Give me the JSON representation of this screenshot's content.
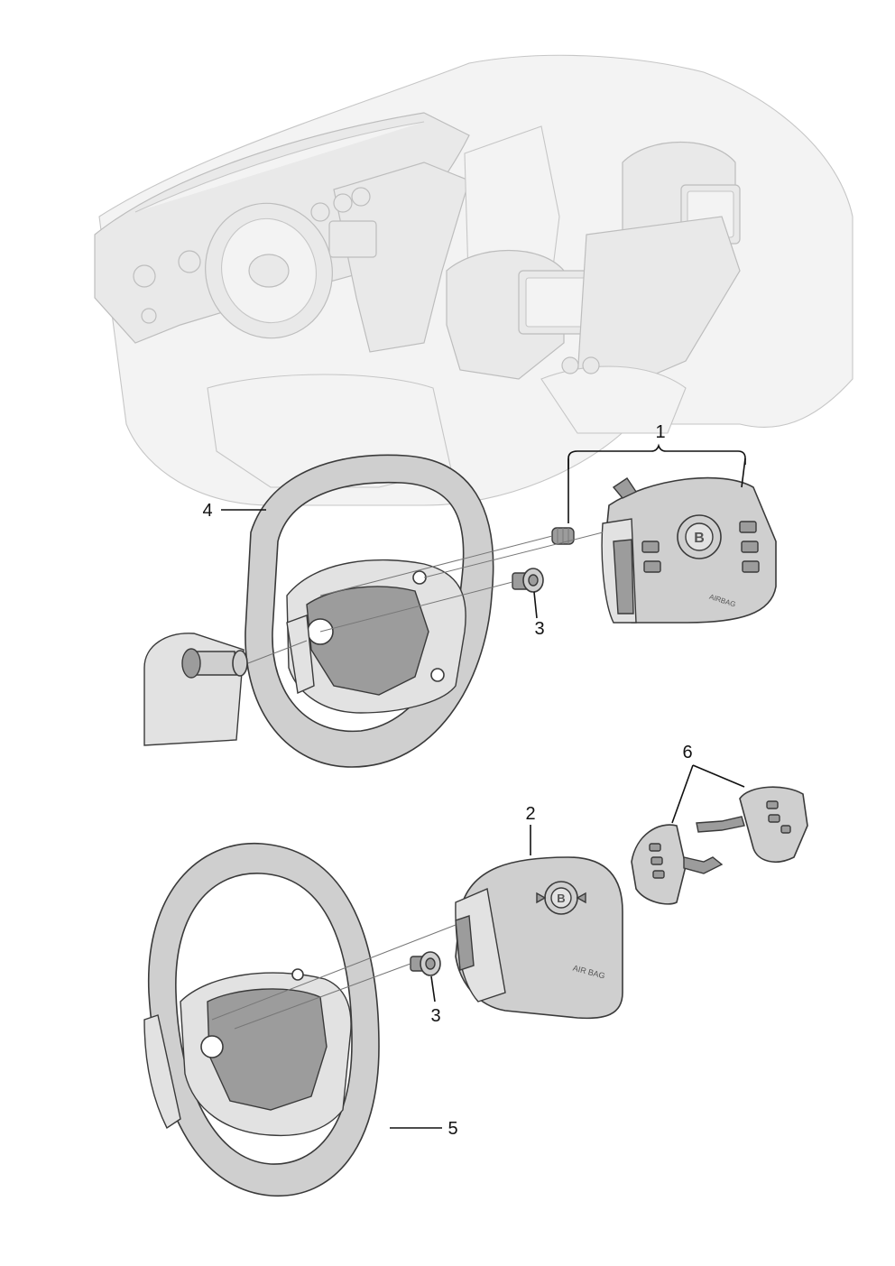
{
  "callouts": {
    "c1": "1",
    "c2": "2",
    "c3a": "3",
    "c3b": "3",
    "c4": "4",
    "c5": "5",
    "c6": "6"
  },
  "embossed": {
    "airbag_top": "AIRBAG",
    "airbag_bottom": "AIR BAG",
    "logo_letter_top": "B",
    "logo_letter_bottom": "B"
  }
}
